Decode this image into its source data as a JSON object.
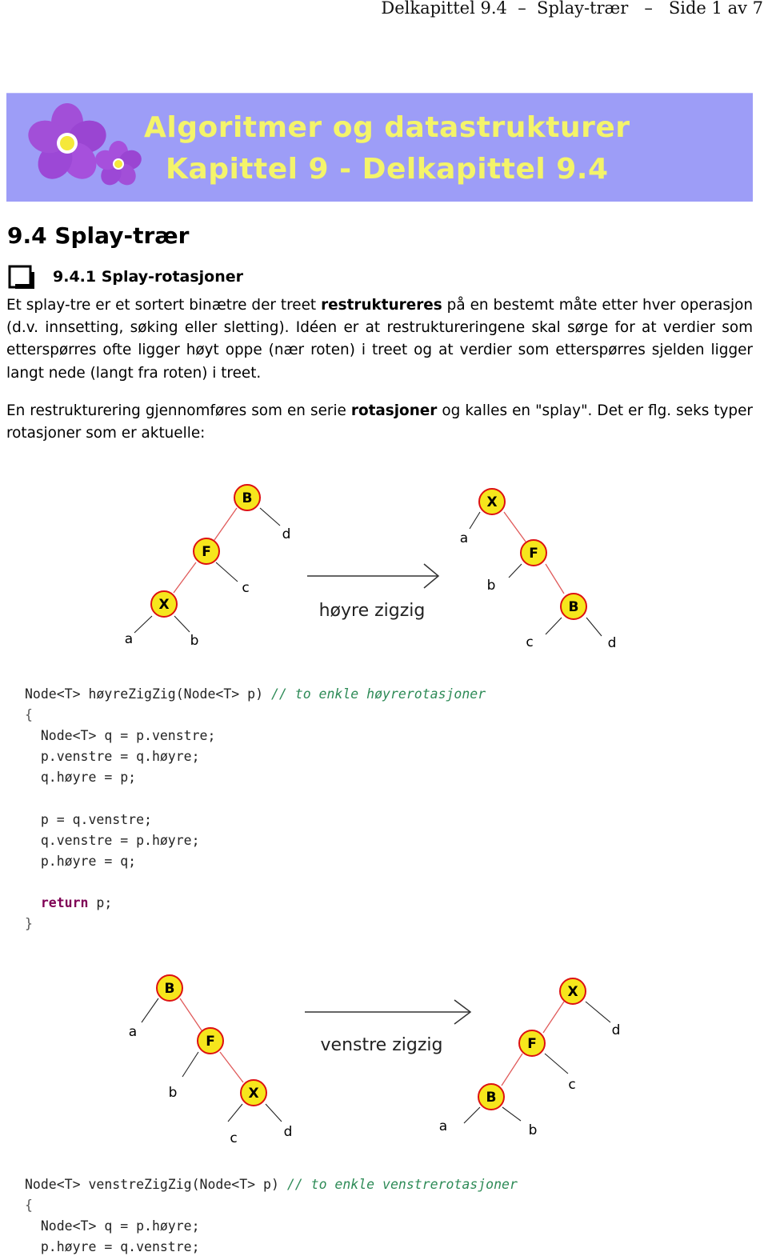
{
  "header": {
    "running_title": "Delkapittel 9.4  –  Splay-trær   –   Side 1 av 7"
  },
  "banner": {
    "title_line1": "Algoritmer og datastrukturer",
    "title_line2": "Kapittel 9 - Delkapittel 9.4"
  },
  "section": {
    "heading": "9.4  Splay-trær",
    "subheading": "9.4.1  Splay-rotasjoner"
  },
  "paragraph1": {
    "a": "Et splay-tre er et sortert binætre der treet ",
    "b_bold": "restruktureres",
    "c": " på en bestemt måte etter hver operasjon (d.v. innsetting, søking eller sletting). Idéen er at restruktureringene skal sørge for at verdier som etterspørres ofte ligger høyt oppe (nær roten) i treet og at verdier som etterspørres sjelden ligger langt nede (langt fra roten) i treet."
  },
  "paragraph2": {
    "a": "En restrukturering gjennomføres som en serie ",
    "b_bold": "rotasjoner",
    "c": " og kalles en \"splay\". Det er flg. seks typer rotasjoner som er aktuelle:"
  },
  "diagram1": {
    "label": "høyre zigzig",
    "left_nodes": [
      "B",
      "F",
      "X"
    ],
    "left_leaves": [
      "d",
      "c",
      "a",
      "b"
    ],
    "right_nodes": [
      "X",
      "F",
      "B"
    ],
    "right_leaves": [
      "a",
      "b",
      "c",
      "d"
    ]
  },
  "diagram2": {
    "label": "venstre zigzig",
    "left_nodes": [
      "B",
      "F",
      "X"
    ],
    "left_leaves": [
      "a",
      "b",
      "c",
      "d"
    ],
    "right_nodes": [
      "X",
      "F",
      "B"
    ],
    "right_leaves": [
      "d",
      "c",
      "a",
      "b"
    ]
  },
  "code1": {
    "signature": "Node<T> høyreZigZig(Node<T> p) ",
    "comment": "// to enkle høyrerotasjoner",
    "open": "{",
    "lines": [
      "  Node<T> q = p.venstre;",
      "  p.venstre = q.høyre;",
      "  q.høyre = p;",
      "",
      "  p = q.venstre;",
      "  q.venstre = p.høyre;",
      "  p.høyre = q;",
      ""
    ],
    "return_kw": "return",
    "return_rest": " p;",
    "close": "}"
  },
  "code2": {
    "signature": "Node<T> venstreZigZig(Node<T> p) ",
    "comment": "// to enkle venstrerotasjoner",
    "open": "{",
    "lines": [
      "  Node<T> q = p.høyre;",
      "  p.høyre = q.venstre;"
    ]
  },
  "colors": {
    "banner_bg": "#9d9df7",
    "banner_text": "#f4f46a",
    "node_fill": "#f6e61c",
    "node_stroke": "#dd1111",
    "edge": "#e05a5a"
  }
}
